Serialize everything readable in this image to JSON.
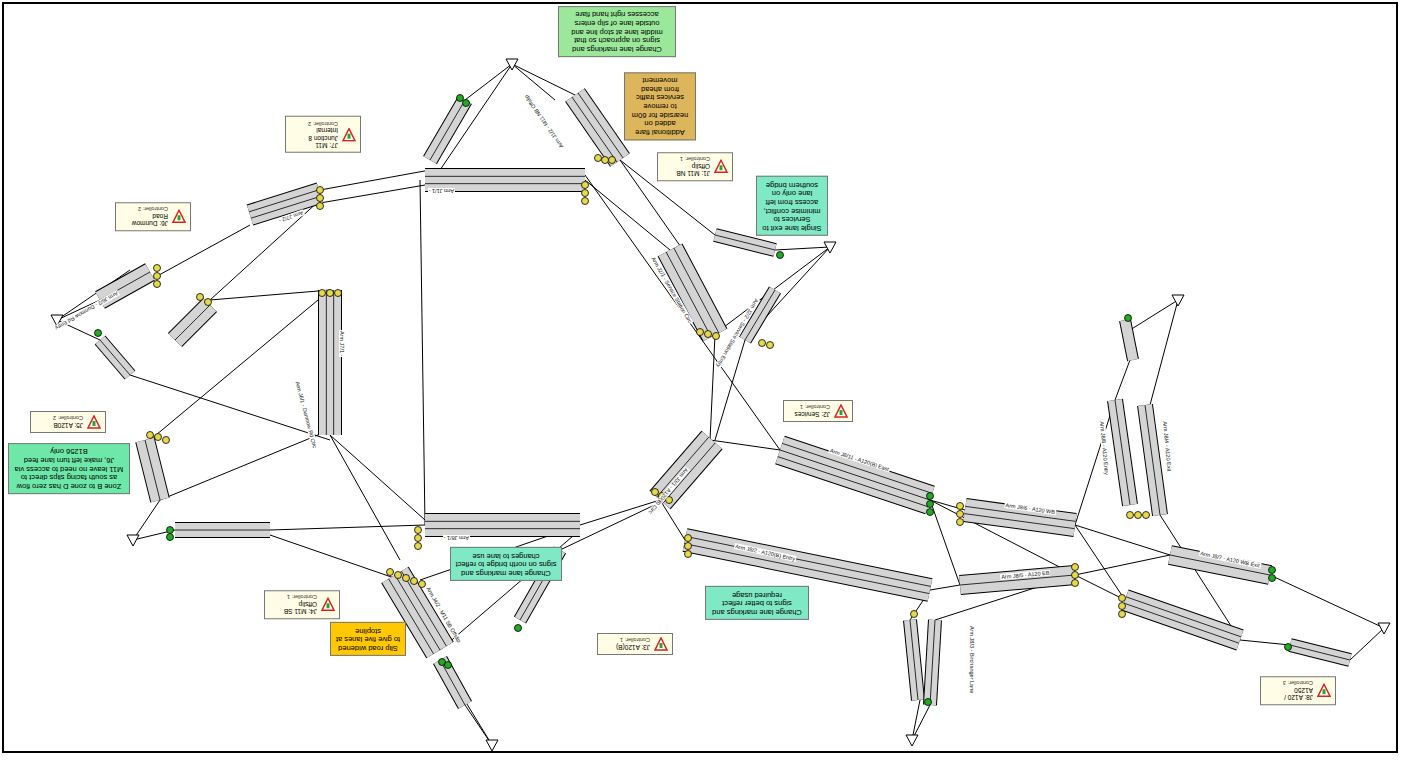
{
  "diagram": {
    "nodes": [
      {
        "text": [
          "Change lane markings and signs on approach so that middle lane at stop line and outside lane of slip enters accesses right hand flare"
        ]
      },
      {
        "text": [
          "Additional flare added on nearside for 60m to remove services traffic from ahead movement"
        ]
      },
      {
        "text": [
          "Single lane exit to Services to minimise conflict, access from left lane only on southern bridge"
        ]
      },
      {
        "text": [
          "J1: M11 NB Offslip",
          "Controller: 1"
        ]
      },
      {
        "text": [
          "J7: M11 Junction 8 Internal",
          "Controller: 2"
        ]
      },
      {
        "text": [
          "J6: Dunmow Road",
          "Controller: 2"
        ]
      },
      {
        "text": [
          "J5: A120B",
          "Controller: 2"
        ]
      },
      {
        "text": [
          "Zone B to zone D has zero flow as south facing slips direct to M11 leave no need to access via J6, make left turn lane feed B1256 only"
        ]
      },
      {
        "text": [
          "Change lane markings and signs on north bridge to reflect changes to lane use"
        ]
      },
      {
        "text": [
          "J2: Services",
          "Controller: 1"
        ]
      },
      {
        "text": [
          "Change lane markings and signs to better reflect required usage"
        ]
      },
      {
        "text": [
          "Slip road widened to give five lanes at stopline"
        ]
      },
      {
        "text": [
          "J4: M11 SB Offslip",
          "Controller: 1"
        ]
      },
      {
        "text": [
          "J3: A120(B)",
          "Controller: 1"
        ]
      },
      {
        "text": [
          "J8: A120 / A1250",
          "Controller: 3"
        ]
      }
    ],
    "labels": [
      "Arm J1/1 -",
      "Arm J1/2 - M11 NB Offslip",
      "Arm J7/1 -",
      "Arm J7/2 -",
      "Arm J6/1 - Dunmow Rd Circ",
      "Arm J8/1 -",
      "Arm J2/1 - Service Station Circ",
      "Arm J3/1 - A120(B) Circ",
      "Arm J8/11 - A120(B) East",
      "Arm J8/2 - A120(B) Entry",
      "Arm J8/6 - A120 WB",
      "Arm J8/5 - A120 EB",
      "Arm J8/7 - A120 WB Exit",
      "Arm J8/3 - Birchanger Lane",
      "Arm J8/4 - A120 Exit",
      "Arm J8/8 - A120 Entry",
      "Arm J2/2 - Service Station Entry",
      "Arm J6/2 - Dunmow Rd Entry",
      "Arm J4/2 - M11 SB Offslip"
    ]
  }
}
